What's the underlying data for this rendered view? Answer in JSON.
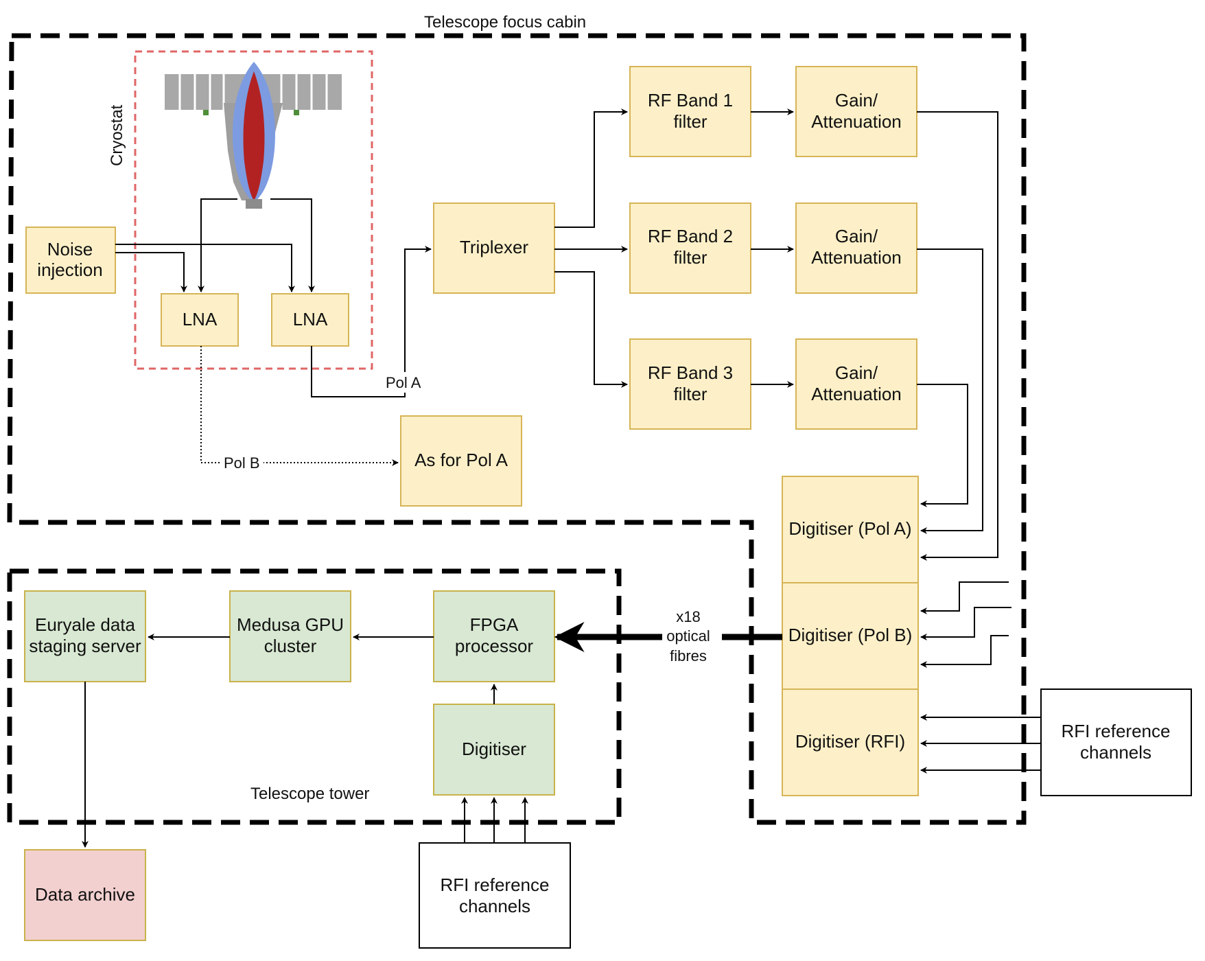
{
  "regions": {
    "focus_cabin": "Telescope focus cabin",
    "tower": "Telescope tower",
    "cryostat": "Cryostat"
  },
  "blocks": {
    "noise_injection": [
      "Noise",
      "injection"
    ],
    "lna_b": "LNA",
    "lna_a": "LNA",
    "triplexer": "Triplexer",
    "rf_band_1": [
      "RF Band 1",
      "filter"
    ],
    "rf_band_2": [
      "RF Band 2",
      "filter"
    ],
    "rf_band_3": [
      "RF Band 3",
      "filter"
    ],
    "gain_1": [
      "Gain/",
      "Attenuation"
    ],
    "gain_2": [
      "Gain/",
      "Attenuation"
    ],
    "gain_3": [
      "Gain/",
      "Attenuation"
    ],
    "as_for_pol_a": "As for Pol A",
    "digitiser_pol_a": "Digitiser (Pol A)",
    "digitiser_pol_b": "Digitiser (Pol B)",
    "digitiser_rfi": "Digitiser (RFI)",
    "rfi_ref_right": [
      "RFI reference",
      "channels"
    ],
    "euryale": [
      "Euryale data",
      "staging server"
    ],
    "medusa": [
      "Medusa GPU",
      "cluster"
    ],
    "fpga": [
      "FPGA",
      "processor"
    ],
    "digitiser_tower": "Digitiser",
    "data_archive": "Data archive",
    "rfi_ref_bottom": [
      "RFI reference",
      "channels"
    ]
  },
  "labels": {
    "pol_a": "Pol A",
    "pol_b": "Pol B",
    "fibres": [
      "x18",
      "optical",
      "fibres"
    ]
  },
  "colors": {
    "cabin_block_fill": "#fdf0c8",
    "cabin_block_stroke": "#d6b456",
    "tower_block_fill": "#d8e8d2",
    "tower_block_stroke": "#c9b24a",
    "archive_fill": "#f2d0cf",
    "archive_stroke": "#c9b24a",
    "cryostat_border": "#e06666",
    "feed_red": "#b22222",
    "feed_blue": "#7d9be0",
    "feed_grey": "#9e9e9e"
  }
}
